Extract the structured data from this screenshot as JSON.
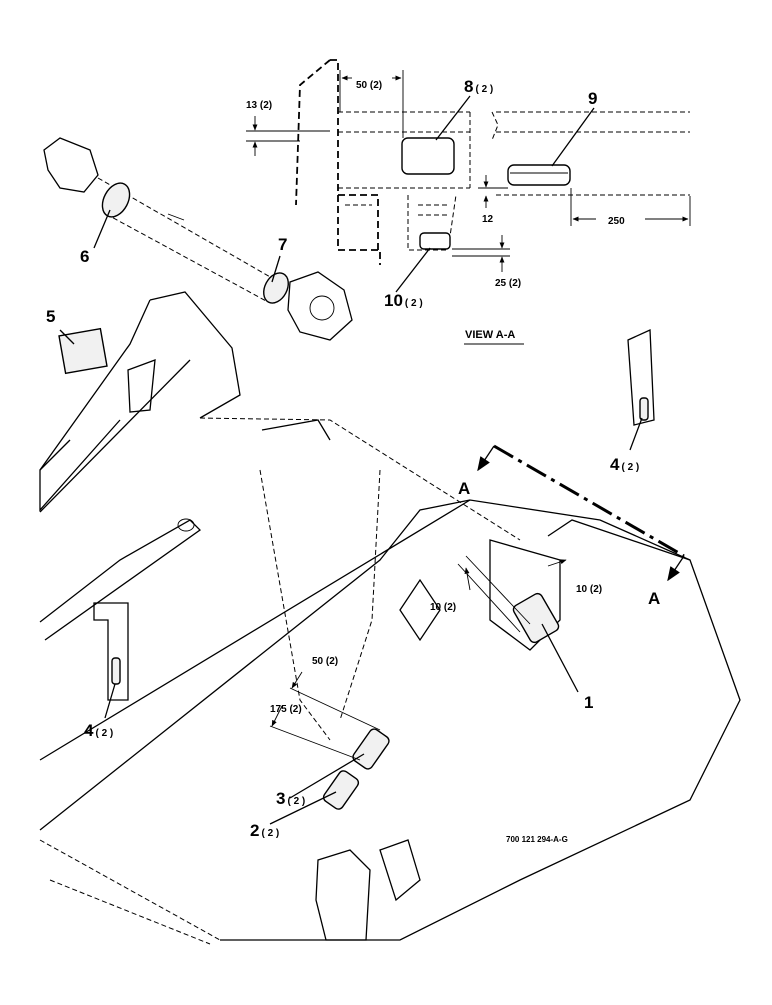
{
  "view_label": "VIEW  A-A",
  "part_number": "700 121 294-A-G",
  "section_marker": "A",
  "callouts": [
    {
      "num": "1",
      "qty": ""
    },
    {
      "num": "2",
      "qty": "( 2 )"
    },
    {
      "num": "3",
      "qty": "( 2 )"
    },
    {
      "num": "4",
      "qty": "( 2 )"
    },
    {
      "num": "4",
      "qty": "( 2 )"
    },
    {
      "num": "5",
      "qty": ""
    },
    {
      "num": "6",
      "qty": ""
    },
    {
      "num": "7",
      "qty": ""
    },
    {
      "num": "8",
      "qty": "( 2 )"
    },
    {
      "num": "9",
      "qty": ""
    },
    {
      "num": "10",
      "qty": "( 2 )"
    }
  ],
  "dimensions": {
    "d_50_top": "50 (2)",
    "d_13": "13 (2)",
    "d_12": "12",
    "d_250": "250",
    "d_25": "25 (2)",
    "d_10_left": "10 (2)",
    "d_10_right": "10 (2)",
    "d_50_lower": "50 (2)",
    "d_175": "175 (2)"
  }
}
